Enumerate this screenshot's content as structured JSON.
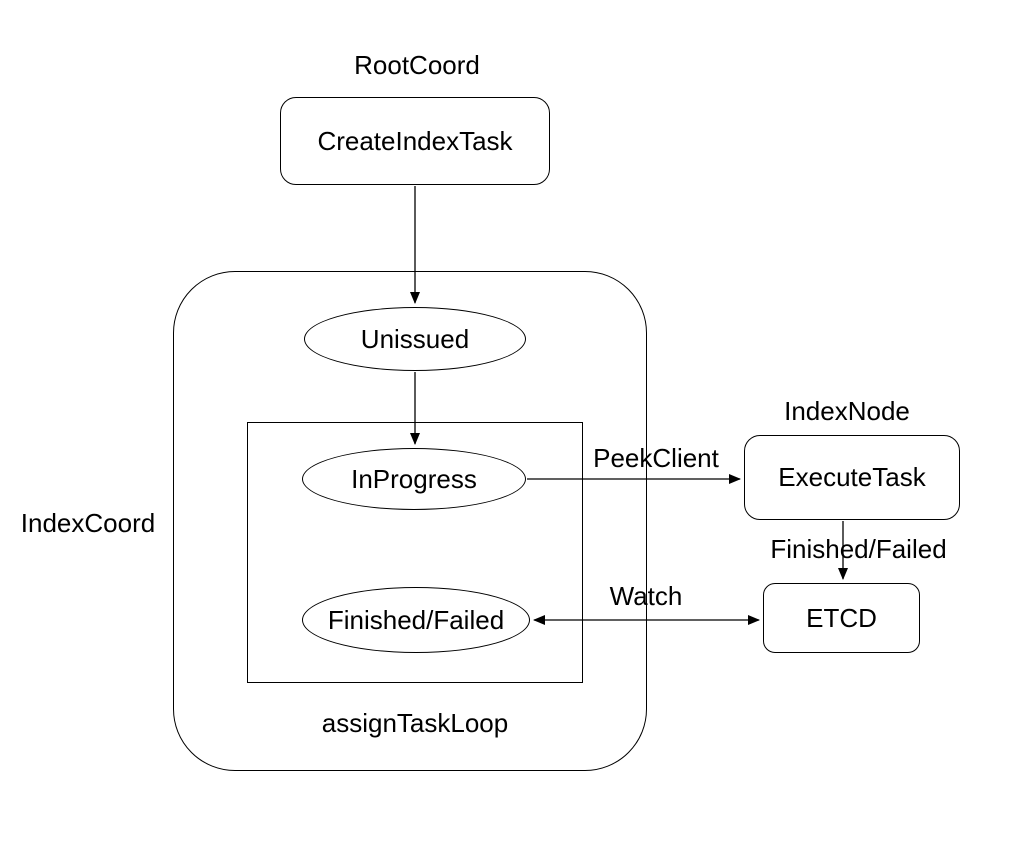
{
  "diagram": {
    "background_color": "#ffffff",
    "stroke_color": "#000000",
    "text_color": "#000000",
    "groups": {
      "root_coord": {
        "label": "RootCoord"
      },
      "index_coord": {
        "label": "IndexCoord"
      },
      "index_node": {
        "label": "IndexNode"
      },
      "assign_task_loop": {
        "label": "assignTaskLoop"
      }
    },
    "nodes": {
      "create_index_task": {
        "label": "CreateIndexTask",
        "shape": "rounded-rectangle"
      },
      "unissued": {
        "label": "Unissued",
        "shape": "ellipse"
      },
      "in_progress": {
        "label": "InProgress",
        "shape": "ellipse"
      },
      "finished_failed_state": {
        "label": "Finished/Failed",
        "shape": "ellipse"
      },
      "execute_task": {
        "label": "ExecuteTask",
        "shape": "rounded-rectangle"
      },
      "etcd": {
        "label": "ETCD",
        "shape": "rounded-rectangle"
      }
    },
    "edges": {
      "create_to_unissued": {
        "label": "",
        "from": "create_index_task",
        "to": "unissued"
      },
      "unissued_to_in_progress": {
        "label": "",
        "from": "unissued",
        "to": "in_progress"
      },
      "peek_client": {
        "label": "PeekClient",
        "from": "in_progress",
        "to": "execute_task"
      },
      "finished_failed_edge": {
        "label": "Finished/Failed",
        "from": "execute_task",
        "to": "etcd"
      },
      "watch": {
        "label": "Watch",
        "from": "finished_failed_state",
        "to": "etcd",
        "bidirectional": true
      }
    }
  }
}
